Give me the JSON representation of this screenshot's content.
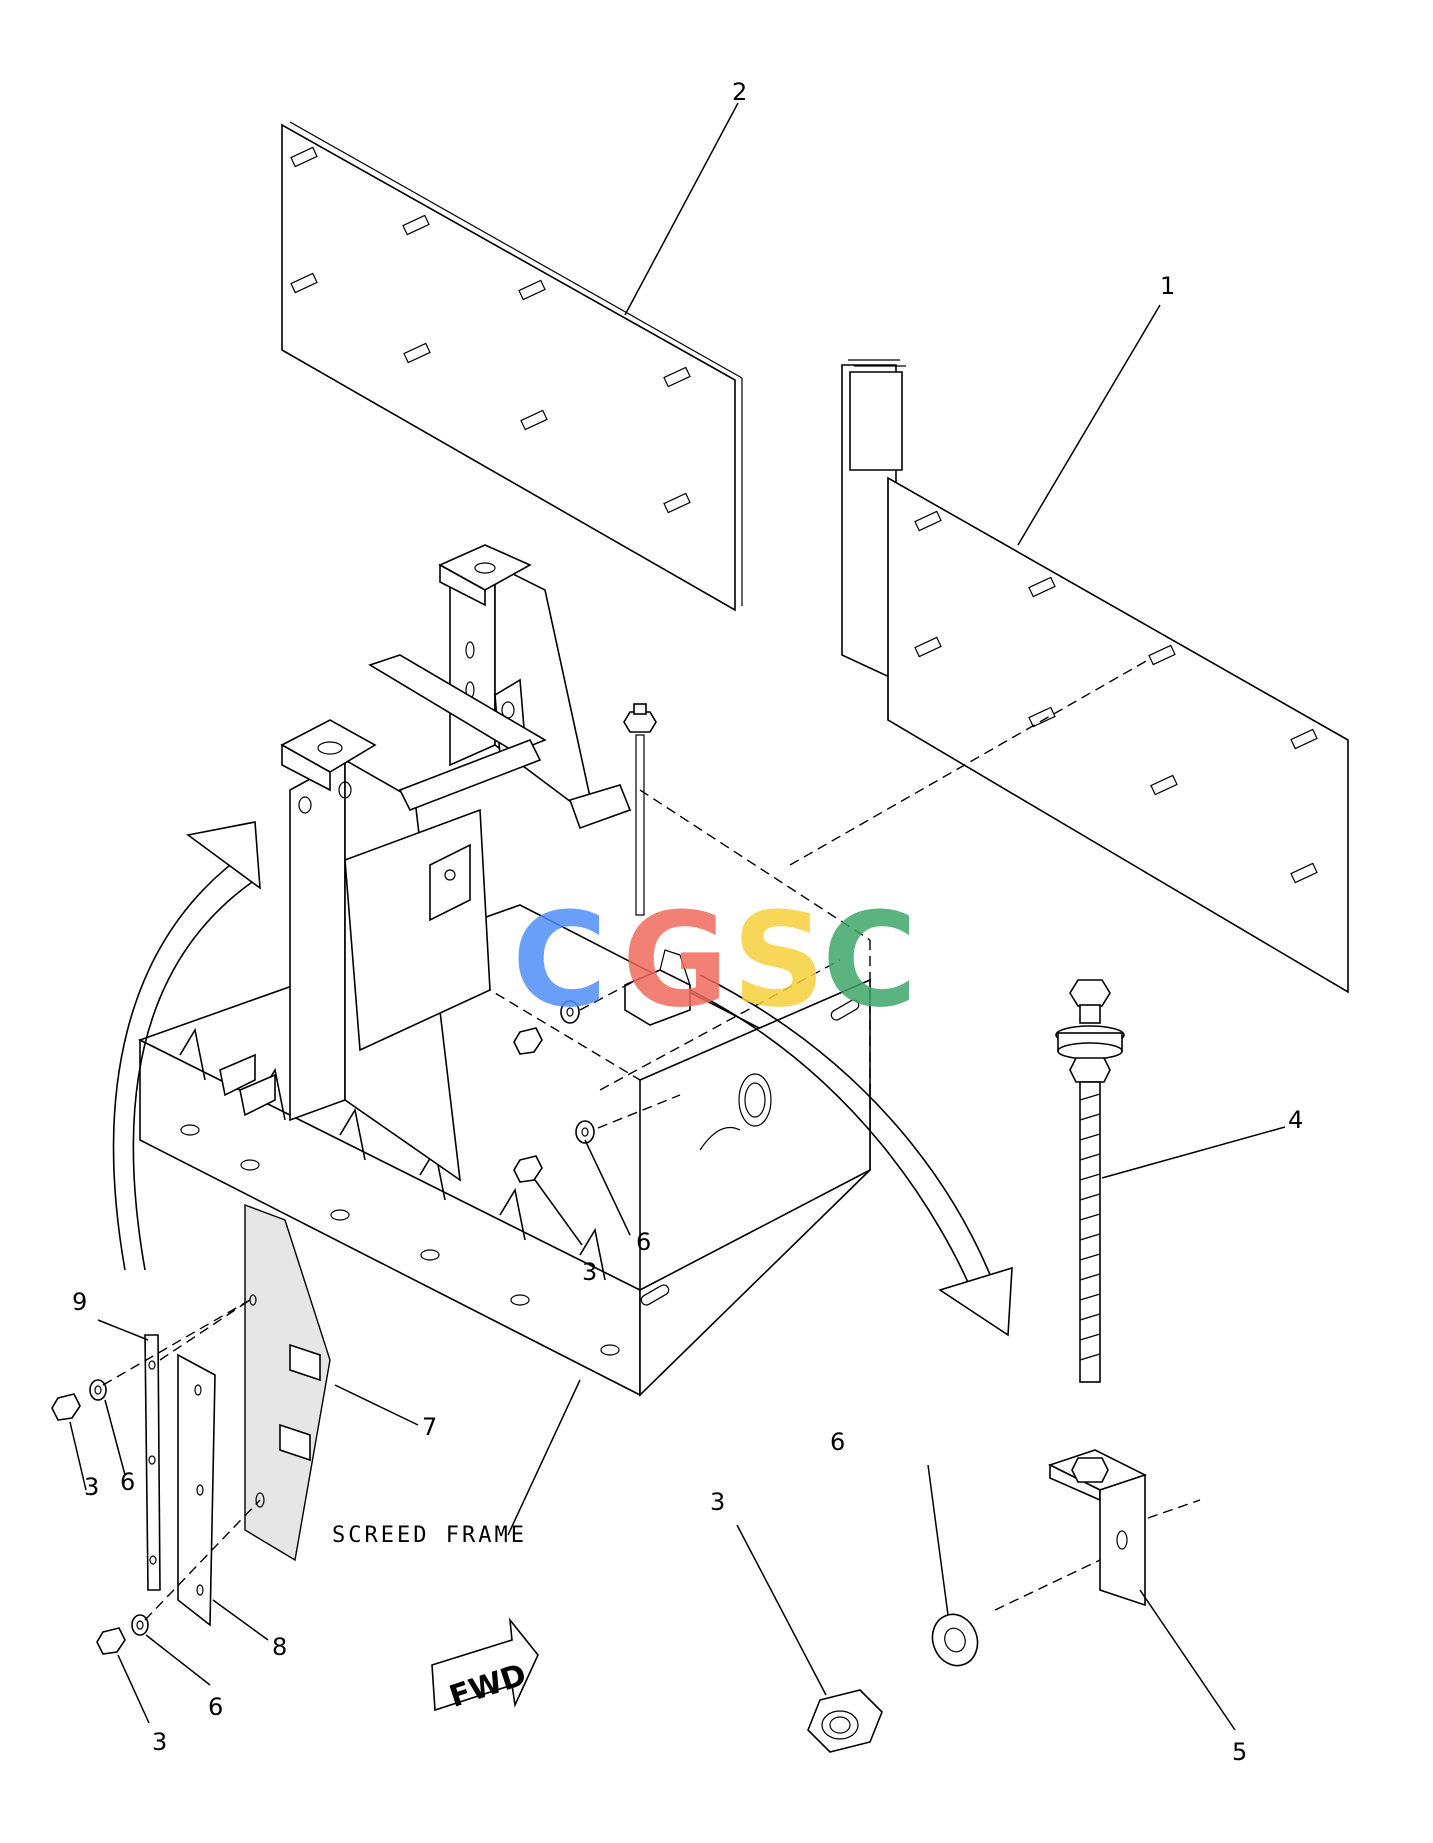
{
  "diagram": {
    "callouts": {
      "c1": "1",
      "c2": "2",
      "c3a": "3",
      "c3b": "3",
      "c3c": "3",
      "c3d": "3",
      "c4": "4",
      "c5": "5",
      "c6a": "6",
      "c6b": "6",
      "c6c": "6",
      "c6d": "6",
      "c7": "7",
      "c8": "8",
      "c9": "9"
    },
    "frame_label": "SCREED FRAME",
    "direction_label": "FWD",
    "watermark": {
      "letters": [
        "C",
        "G",
        "S",
        "C"
      ],
      "colors": [
        "#4f8ff7",
        "#f06a5c",
        "#f7cf3a",
        "#3fa66b"
      ]
    }
  }
}
